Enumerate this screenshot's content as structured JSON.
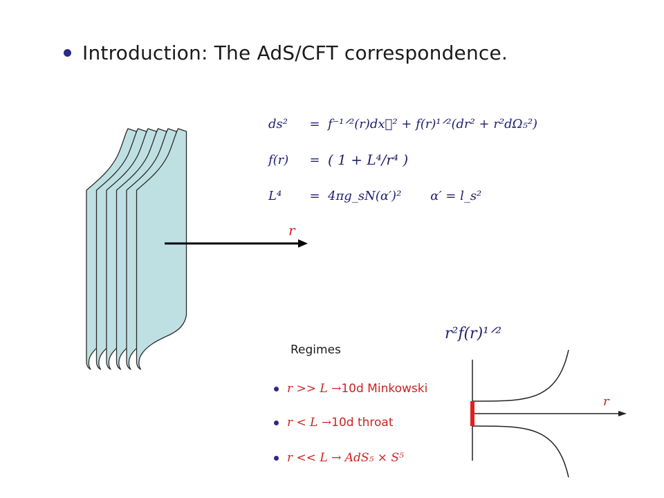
{
  "slide": {
    "title": "Introduction: The AdS/CFT correspondence."
  },
  "equations": [
    {
      "lhs": "ds²",
      "eq": "=",
      "rhs": "f⁻¹ᐟ²(r)dx⃗² + f(r)¹ᐟ²(dr² + r²dΩ₅²)",
      "rhs2": ""
    },
    {
      "lhs": "f(r)",
      "eq": "=",
      "rhs": "( 1 + L⁴/r⁴ )",
      "rhs2": ""
    },
    {
      "lhs": "L⁴",
      "eq": "=",
      "rhs": "4πg_sN(α′)²",
      "rhs2": "α′ = l_s²"
    }
  ],
  "diagram": {
    "arrow_label": "r",
    "sheet_count": 6,
    "sheet_fill": "#bfe0e3",
    "sheet_stroke": "#2a2a2a"
  },
  "regimes": {
    "title": "Regimes",
    "items": [
      {
        "math": "r >> L →",
        "text": " 10d Minkowski"
      },
      {
        "math": "r < L →",
        "text": " 10d throat"
      },
      {
        "math": "r << L → AdS₅ × S⁵",
        "text": ""
      }
    ]
  },
  "plot": {
    "ylabel": "r²f(r)¹ᐟ²",
    "xlabel": "r",
    "accent": "#e02020"
  }
}
